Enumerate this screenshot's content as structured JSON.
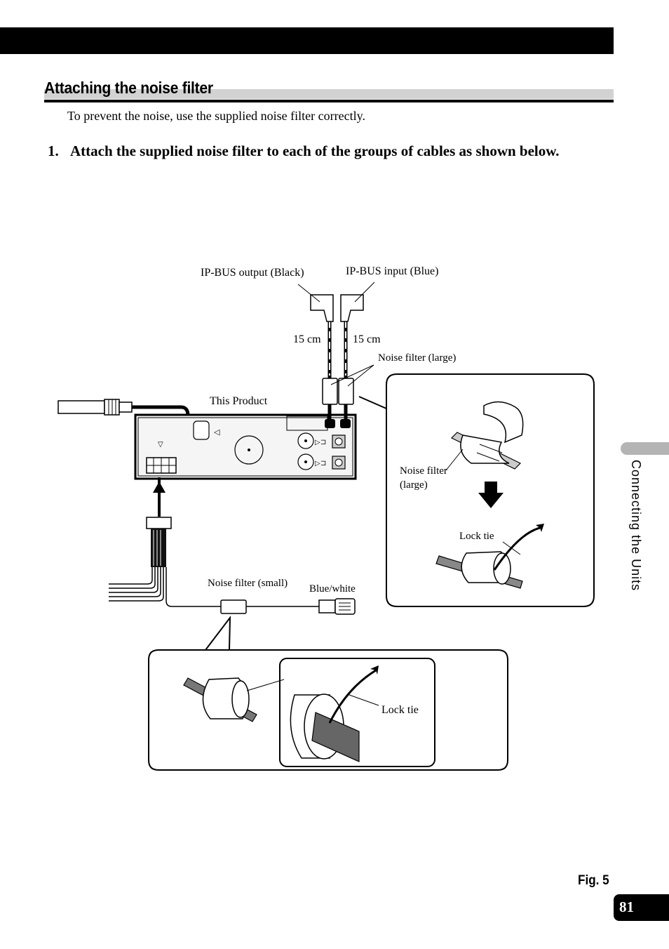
{
  "section_title": "Attaching the noise filter",
  "intro": "To prevent the noise, use the supplied noise filter correctly.",
  "step": {
    "number": "1.",
    "text": "Attach the supplied noise filter to each of the groups of cables as shown below."
  },
  "diagram": {
    "labels": {
      "ipbus_output": "IP-BUS output (Black)",
      "ipbus_input": "IP-BUS input (Blue)",
      "length_left": "15 cm",
      "length_right": "15 cm",
      "noise_filter_large": "Noise filter (large)",
      "this_product": "This Product",
      "noise_filter_large_2": "Noise filter",
      "noise_filter_large_2b": "(large)",
      "lock_tie_1": "Lock tie",
      "noise_filter_small": "Noise filter (small)",
      "blue_white": "Blue/white",
      "lock_tie_2": "Lock tie"
    }
  },
  "side_label": "Connecting the Units",
  "figure_label": "Fig. 5",
  "page_number": "81"
}
